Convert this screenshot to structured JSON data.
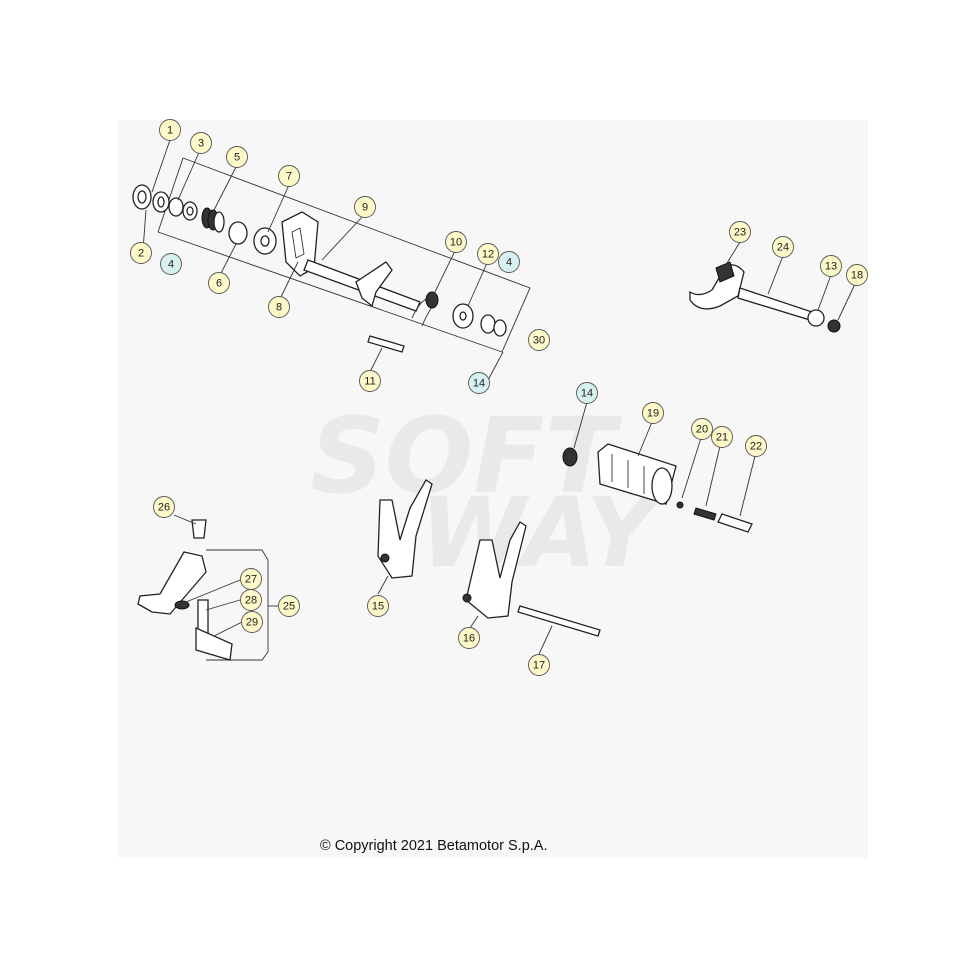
{
  "watermark": {
    "line1": "SOFT",
    "line2": "WAY"
  },
  "copyright": "© Copyright 2021 Betamotor S.p.A.",
  "colors": {
    "callout_fill": "#fcf8c8",
    "callout_alt_fill": "#d7f0f0",
    "panel_bg": "#f7f7f7"
  },
  "callouts": [
    {
      "id": "c1",
      "text": "1",
      "alt": false
    },
    {
      "id": "c2",
      "text": "2",
      "alt": false
    },
    {
      "id": "c3",
      "text": "3",
      "alt": false
    },
    {
      "id": "c4a",
      "text": "4",
      "alt": true
    },
    {
      "id": "c5",
      "text": "5",
      "alt": false
    },
    {
      "id": "c6",
      "text": "6",
      "alt": false
    },
    {
      "id": "c7",
      "text": "7",
      "alt": false
    },
    {
      "id": "c8",
      "text": "8",
      "alt": false
    },
    {
      "id": "c9",
      "text": "9",
      "alt": false
    },
    {
      "id": "c10",
      "text": "10",
      "alt": false
    },
    {
      "id": "c12",
      "text": "12",
      "alt": false
    },
    {
      "id": "c4b",
      "text": "4",
      "alt": true
    },
    {
      "id": "c30",
      "text": "30",
      "alt": false
    },
    {
      "id": "c11",
      "text": "11",
      "alt": false
    },
    {
      "id": "c14a",
      "text": "14",
      "alt": true
    },
    {
      "id": "c23",
      "text": "23",
      "alt": false
    },
    {
      "id": "c24",
      "text": "24",
      "alt": false
    },
    {
      "id": "c13",
      "text": "13",
      "alt": false
    },
    {
      "id": "c18",
      "text": "18",
      "alt": false
    },
    {
      "id": "c14b",
      "text": "14",
      "alt": true
    },
    {
      "id": "c19",
      "text": "19",
      "alt": false
    },
    {
      "id": "c20",
      "text": "20",
      "alt": false
    },
    {
      "id": "c21",
      "text": "21",
      "alt": false
    },
    {
      "id": "c22",
      "text": "22",
      "alt": false
    },
    {
      "id": "c26",
      "text": "26",
      "alt": false
    },
    {
      "id": "c27",
      "text": "27",
      "alt": false
    },
    {
      "id": "c28",
      "text": "28",
      "alt": false
    },
    {
      "id": "c25",
      "text": "25",
      "alt": false
    },
    {
      "id": "c29",
      "text": "29",
      "alt": false
    },
    {
      "id": "c15",
      "text": "15",
      "alt": false
    },
    {
      "id": "c16",
      "text": "16",
      "alt": false
    },
    {
      "id": "c17",
      "text": "17",
      "alt": false
    }
  ]
}
